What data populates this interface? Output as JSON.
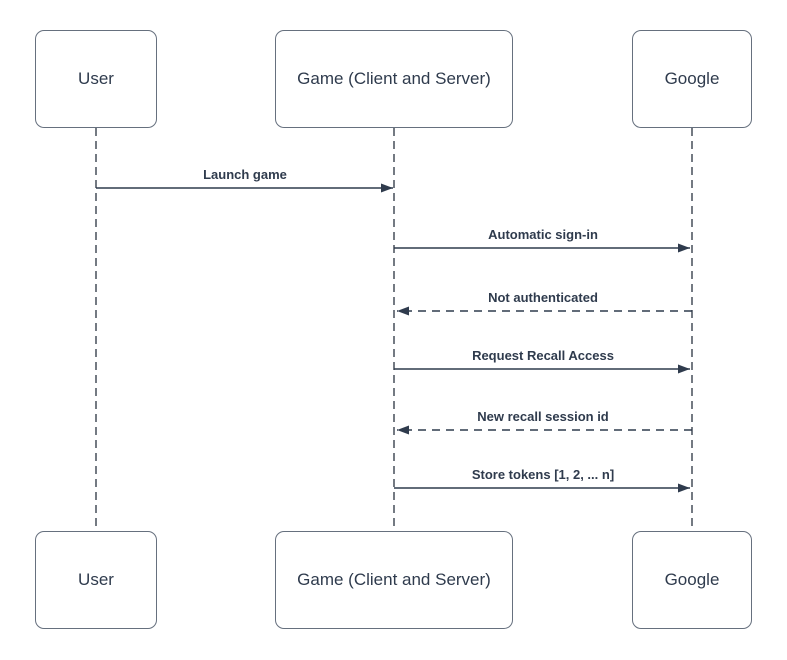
{
  "diagram": {
    "type": "sequence-diagram"
  },
  "colors": {
    "ink": "#2f3b4d",
    "box_border": "#66707e",
    "lifeline": "#39424e",
    "background": "#ffffff"
  },
  "actors": [
    {
      "label": "User"
    },
    {
      "label": "Game (Client and Server)"
    },
    {
      "label": "Google"
    }
  ],
  "messages": [
    {
      "label": "Launch game",
      "from": "User",
      "to": "Game (Client and Server)",
      "line": "solid",
      "direction": "right"
    },
    {
      "label": "Automatic sign-in",
      "from": "Game (Client and Server)",
      "to": "Google",
      "line": "solid",
      "direction": "right"
    },
    {
      "label": "Not authenticated",
      "from": "Google",
      "to": "Game (Client and Server)",
      "line": "dashed",
      "direction": "left"
    },
    {
      "label": "Request Recall Access",
      "from": "Game (Client and Server)",
      "to": "Google",
      "line": "solid",
      "direction": "right"
    },
    {
      "label": "New recall session id",
      "from": "Google",
      "to": "Game (Client and Server)",
      "line": "dashed",
      "direction": "left"
    },
    {
      "label": "Store tokens [1, 2, ... n]",
      "from": "Game (Client and Server)",
      "to": "Google",
      "line": "solid",
      "direction": "right"
    }
  ]
}
